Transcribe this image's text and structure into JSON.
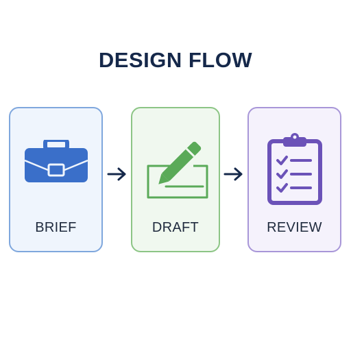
{
  "title": "DESIGN FLOW",
  "steps": [
    {
      "label": "BRIEF",
      "icon": "briefcase-icon",
      "color": "#3a6fc9"
    },
    {
      "label": "DRAFT",
      "icon": "pencil-sketch-icon",
      "color": "#5aaa58"
    },
    {
      "label": "REVIEW",
      "icon": "clipboard-checklist-icon",
      "color": "#6b52b8"
    }
  ],
  "connectors": [
    "arrow-right-icon",
    "arrow-right-icon"
  ],
  "colors": {
    "title": "#15284a",
    "arrow": "#15284a"
  }
}
